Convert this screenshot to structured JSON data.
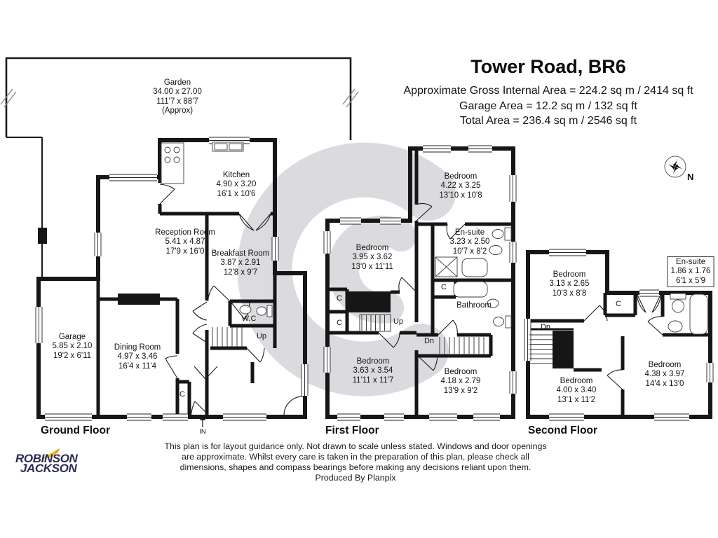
{
  "header": {
    "title": "Tower Road, BR6",
    "area_lines": [
      "Approximate Gross Internal Area = 224.2 sq m / 2414 sq ft",
      "Garage Area = 12.2 sq m / 132 sq ft",
      "Total Area = 236.4 sq m / 2546 sq ft"
    ]
  },
  "compass": {
    "north": "N"
  },
  "garden": {
    "name": "Garden",
    "metric": "34.00 x 27.00",
    "imperial": "111'7 x 88'7",
    "note": "(Approx)"
  },
  "ground": {
    "label": "Ground Floor",
    "rooms": {
      "kitchen": {
        "name": "Kitchen",
        "metric": "4.90 x 3.20",
        "imperial": "16'1 x 10'6"
      },
      "reception": {
        "name": "Reception Room",
        "metric": "5.41 x 4.87",
        "imperial": "17'9 x 16'0"
      },
      "breakfast": {
        "name": "Breakfast Room",
        "metric": "3.87 x 2.91",
        "imperial": "12'8 x 9'7"
      },
      "garage": {
        "name": "Garage",
        "metric": "5.85 x 2.10",
        "imperial": "19'2 x 6'11"
      },
      "dining": {
        "name": "Dining Room",
        "metric": "4.97 x 3.46",
        "imperial": "16'4 x 11'4"
      }
    },
    "wc": "W.C",
    "up": "Up",
    "cupboard": "C",
    "entrance": "IN"
  },
  "first": {
    "label": "First Floor",
    "rooms": {
      "bedroom1": {
        "name": "Bedroom",
        "metric": "4.22 x 3.25",
        "imperial": "13'10 x 10'8"
      },
      "ensuite": {
        "name": "En-suite",
        "metric": "3.23 x 2.50",
        "imperial": "10'7 x 8'2"
      },
      "bedroom2": {
        "name": "Bedroom",
        "metric": "3.95 x 3.62",
        "imperial": "13'0 x 11'11"
      },
      "bathroom": {
        "name": "Bathroom"
      },
      "bedroom3": {
        "name": "Bedroom",
        "metric": "3.63 x 3.54",
        "imperial": "11'11 x 11'7"
      },
      "bedroom4": {
        "name": "Bedroom",
        "metric": "4.18 x 2.79",
        "imperial": "13'9 x 9'2"
      }
    },
    "up": "Up",
    "dn": "Dn",
    "cupboard": "C"
  },
  "second": {
    "label": "Second Floor",
    "rooms": {
      "bedroom5": {
        "name": "Bedroom",
        "metric": "3.13 x 2.65",
        "imperial": "10'3 x 8'8"
      },
      "ensuite": {
        "name": "En-suite",
        "metric": "1.86 x 1.76",
        "imperial": "6'1 x 5'9"
      },
      "bedroom6": {
        "name": "Bedroom",
        "metric": "4.00 x 3.40",
        "imperial": "13'1 x 11'2"
      },
      "bedroom7": {
        "name": "Bedroom",
        "metric": "4.38 x 3.97",
        "imperial": "14'4 x 13'0"
      }
    },
    "dn": "Dn",
    "cupboard": "C"
  },
  "footer": {
    "disclaimer": [
      "This plan is for layout guidance only. Not drawn to scale unless stated. Windows and door openings",
      "are approximate. Whilst every care is taken in the preparation of this plan, please check all",
      "dimensions, shapes and compass bearings before making any decisions reliant upon them.",
      "Produced By Planpix"
    ],
    "logo_line1": "ROBINSON",
    "logo_line2": "JACKSON"
  },
  "colors": {
    "wall": "#161616",
    "watermark": "#b9b9c1",
    "logo_navy": "#292b56",
    "logo_gold": "#f2b82d"
  }
}
